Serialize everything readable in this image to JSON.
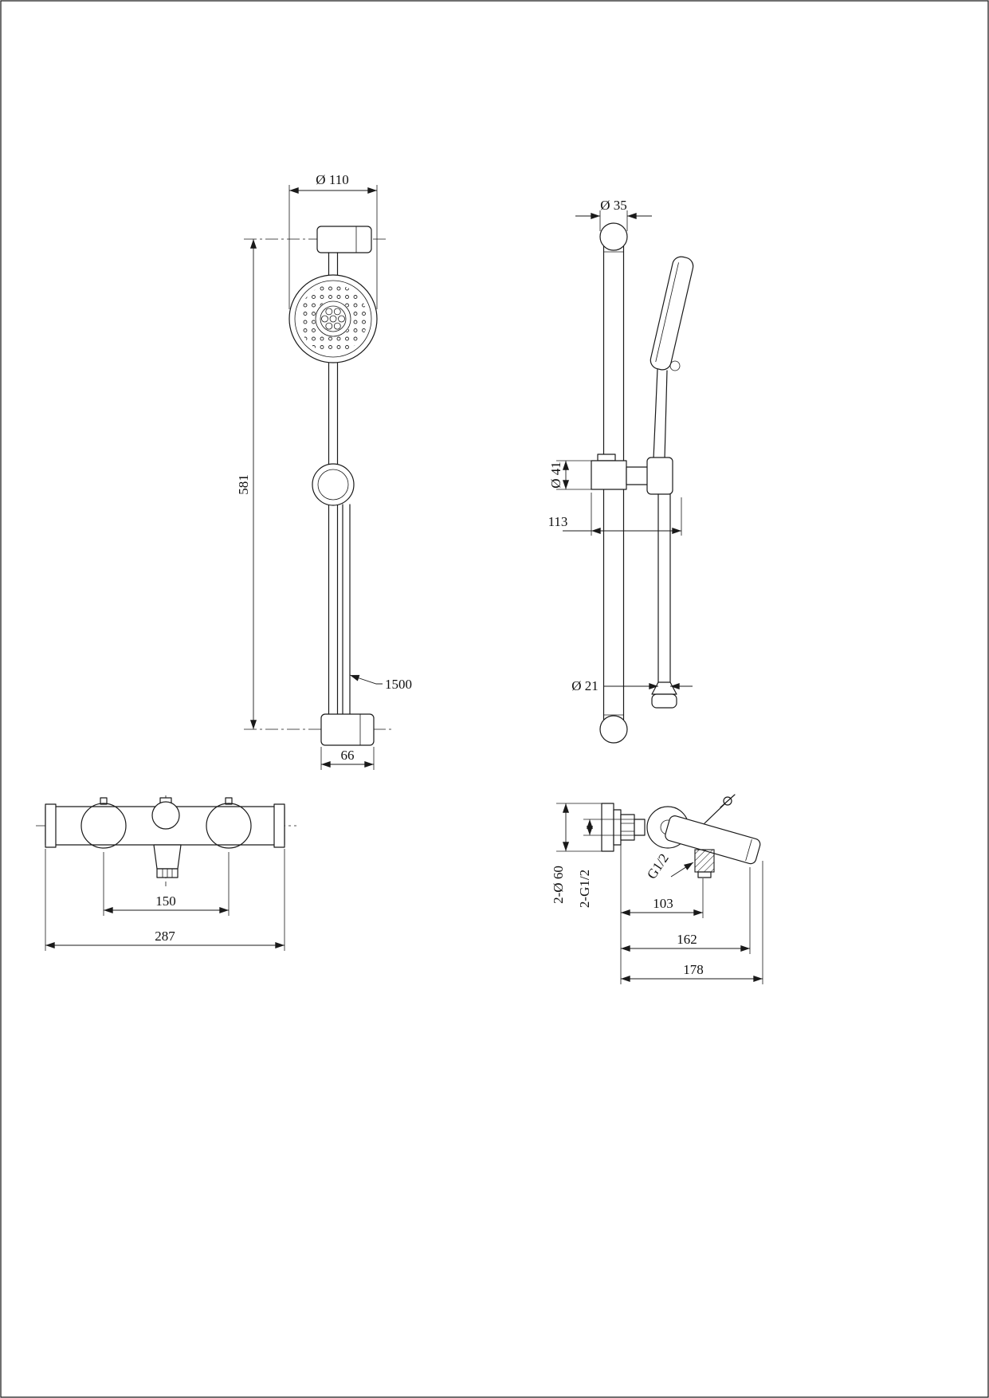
{
  "page": {
    "background": "#ffffff",
    "line_color": "#1a1a1a",
    "description": "Technical dimension drawing of a shower slide-bar set with hand shower and a wall-mounted bath mixer, four orthographic views"
  },
  "dims": {
    "slide_bar_front": {
      "head_diameter": "Ø 110",
      "bar_height": "581",
      "hose_length": "1500",
      "bracket_width": "66"
    },
    "slide_bar_side": {
      "tube_diameter": "Ø 35",
      "holder_diameter": "Ø 41",
      "holder_depth": "113",
      "hose_diameter": "Ø 21"
    },
    "mixer_front": {
      "handle_spacing": "150",
      "overall_width": "287"
    },
    "mixer_side": {
      "flange_diameter": "2-Ø 60",
      "inlet_thread": "2-G1/2",
      "outlet_thread": "G1/2",
      "outlet_reach": "103",
      "spout_reach": "162",
      "overall_depth": "178"
    }
  }
}
